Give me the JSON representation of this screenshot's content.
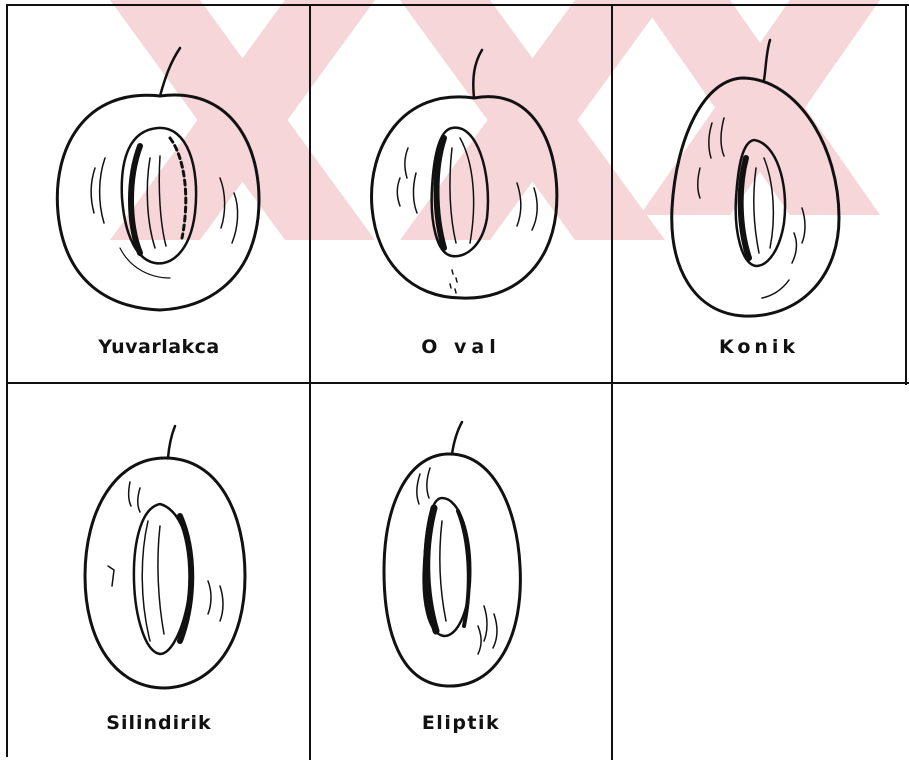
{
  "figure": {
    "cells": [
      {
        "id": "yuvarlakca",
        "label": "Yuvarlakca"
      },
      {
        "id": "oval",
        "label": "O val"
      },
      {
        "id": "konik",
        "label": "Konik"
      },
      {
        "id": "silindirik",
        "label": "Silindirik"
      },
      {
        "id": "eliptik",
        "label": "Eliptik"
      },
      {
        "id": "empty",
        "label": ""
      }
    ],
    "watermark_color": "#e9aeb0",
    "line_color": "#111111"
  }
}
